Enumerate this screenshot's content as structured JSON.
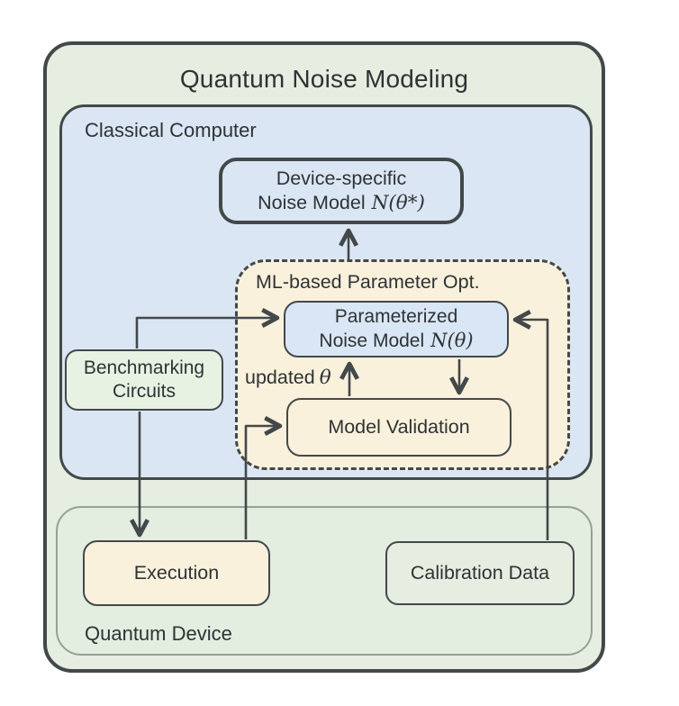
{
  "title": "Quantum Noise Modeling",
  "containers": {
    "classical_computer": {
      "label": "Classical Computer"
    },
    "ml_parameter_opt": {
      "label": "ML-based Parameter Opt."
    },
    "quantum_device": {
      "label": "Quantum Device"
    }
  },
  "nodes": {
    "device_model": {
      "line1": "Device-specific",
      "line2": "Noise Model",
      "math": "N(θ*)"
    },
    "param_model": {
      "line1": "Parameterized",
      "line2": "Noise Model",
      "math": "N(θ)"
    },
    "model_validation": {
      "label": "Model Validation"
    },
    "benchmarking": {
      "line1": "Benchmarking",
      "line2": "Circuits"
    },
    "execution": {
      "label": "Execution"
    },
    "calibration": {
      "label": "Calibration Data"
    }
  },
  "edges": [
    {
      "from": "ml-parameter-opt",
      "to": "device-noise-model"
    },
    {
      "from": "model-validation",
      "to": "parameterized-noise-model",
      "label_word": "updated",
      "label_symbol": "θ"
    },
    {
      "from": "parameterized-noise-model",
      "to": "model-validation"
    },
    {
      "from": "benchmarking-circuits",
      "to": "parameterized-noise-model"
    },
    {
      "from": "benchmarking-circuits",
      "to": "execution"
    },
    {
      "from": "execution",
      "to": "model-validation"
    },
    {
      "from": "calibration-data",
      "to": "parameterized-noise-model"
    }
  ],
  "palette": {
    "outer_green": "#e5eee0",
    "inner_green": "#e7f2e3",
    "blue": "#dbe6f4",
    "cream": "#faf1dc",
    "line_dark": "#43484a",
    "quantum_device_border": "#96a098",
    "text": "#2e3335"
  }
}
